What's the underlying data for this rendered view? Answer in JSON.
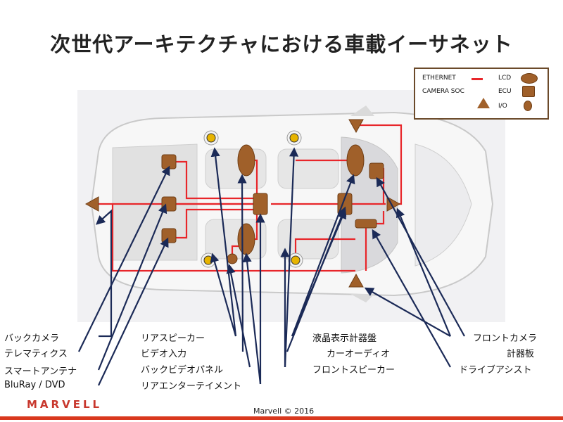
{
  "title": "次世代アーキテクチャにおける車載イーサネット",
  "legend": {
    "ethernet": "ETHERNET",
    "lcd": "LCD",
    "camera_soc": "CAMERA SOC",
    "ecu": "ECU",
    "io": "I/O"
  },
  "labels_left": [
    "バックカメラ",
    "テレマティクス",
    "スマートアンテナ",
    "BluRay / DVD"
  ],
  "labels_mid_left": [
    "リアスピーカー",
    "ビデオ入力",
    "バックビデオパネル",
    "リアエンターテイメント"
  ],
  "labels_mid_right": [
    "液晶表示計器盤",
    "カーオーディオ",
    "フロントスピーカー"
  ],
  "labels_right": [
    "フロントカメラ",
    "計器板",
    "ドライブアシスト"
  ],
  "footer": "Marvell © 2016",
  "logo": "MARVELL",
  "colors": {
    "ethernet": "#e8262a",
    "component": "#a0602a",
    "arrow": "#1b2a57",
    "accent": "#d9381e"
  }
}
